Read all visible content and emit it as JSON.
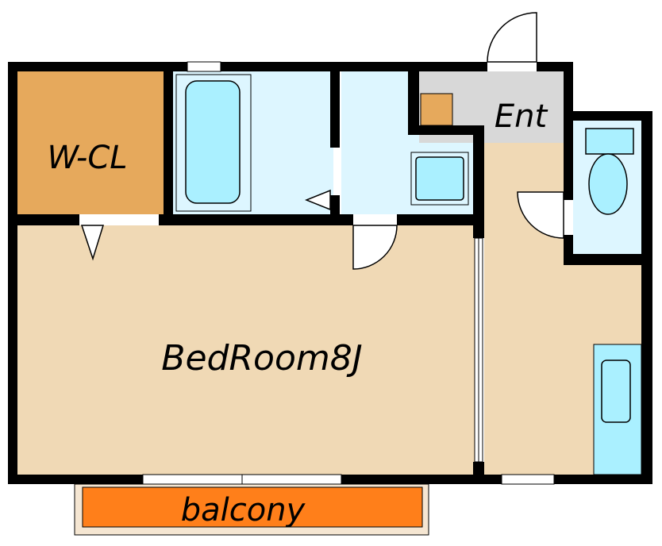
{
  "rooms": {
    "walk_in_closet": "W-CL",
    "entrance": "Ent",
    "bedroom": "BedRoom8J",
    "balcony": "balcony"
  },
  "colors": {
    "wall": "#000000",
    "closet": "#e6a95c",
    "bedroom": "#f0d9b5",
    "wet_area": "#ddf6ff",
    "fixture": "#aaf0ff",
    "entrance_floor": "#d8d8d8",
    "balcony": "#ff7f1a",
    "balcony_frame": "#f5e6d2"
  }
}
